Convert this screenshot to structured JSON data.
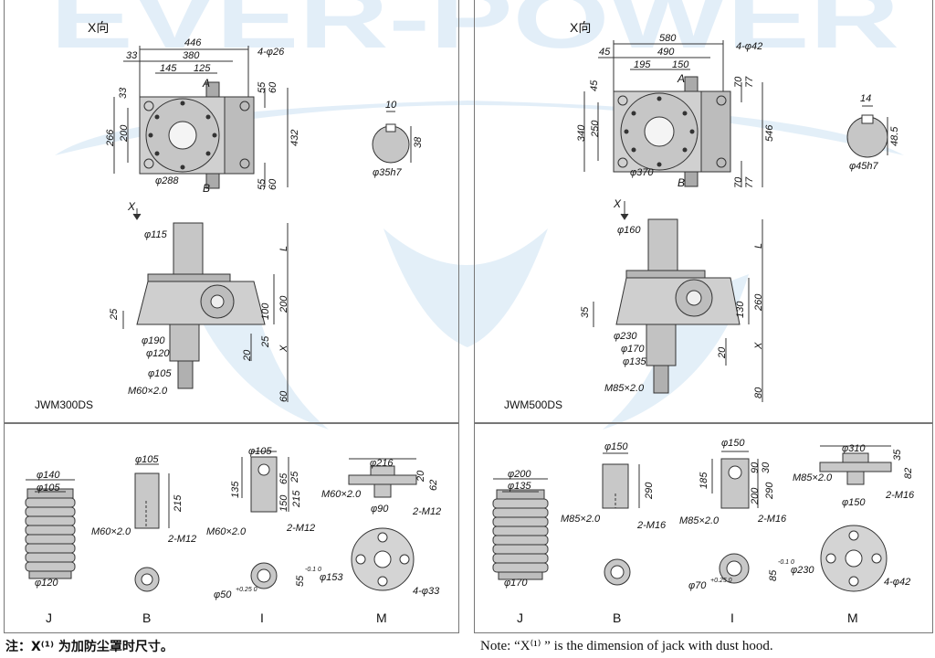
{
  "watermark": {
    "text": "EVER-POWER",
    "color": "#3b8bd0"
  },
  "colors": {
    "line": "#333333",
    "fill": "#c8c8c8",
    "dim": "#222222"
  },
  "left": {
    "model": "JWM300DS",
    "x_view_label": "X向",
    "top": {
      "overall": "446",
      "inner": "380",
      "edge": "33",
      "half": "145",
      "offset": "125",
      "holes": "4-φ26",
      "A": "A",
      "B": "B",
      "h_top": "33",
      "h_266": "266",
      "h_200": "200",
      "h_432": "432",
      "d55a": "55",
      "d60a": "60",
      "d55b": "55",
      "d60b": "60",
      "pcd": "φ288"
    },
    "key": {
      "w": "10",
      "h": "38",
      "d": "φ35h7"
    },
    "side": {
      "X": "X",
      "d115": "φ115",
      "L": "L",
      "h200": "200",
      "h25": "25",
      "h100": "100",
      "d190": "φ190",
      "d120": "φ120",
      "X2": "X",
      "h25b": "25",
      "h20": "20",
      "d105": "φ105",
      "thread": "M60×2.0",
      "h60": "60"
    },
    "acc": {
      "J": {
        "label": "J",
        "d140": "φ140",
        "d105": "φ105",
        "d120": "φ120"
      },
      "B": {
        "label": "B",
        "d105": "φ105",
        "h215": "215",
        "thread": "M60×2.0",
        "m12": "2-M12"
      },
      "I": {
        "label": "I",
        "d105": "φ105",
        "h135": "135",
        "h65": "65",
        "h150": "150",
        "h215": "215",
        "w25": "25",
        "thread": "M60×2.0",
        "m12": "2-M12",
        "d50": "φ50",
        "tol": "+0.25 0",
        "h55": "55",
        "tol2": "-0.1 0"
      },
      "M": {
        "label": "M",
        "d216": "φ216",
        "h20": "20",
        "h62": "62",
        "thread": "M60×2.0",
        "d90": "φ90",
        "m12": "2-M12",
        "d153": "φ153",
        "holes": "4-φ33"
      }
    }
  },
  "right": {
    "model": "JWM500DS",
    "x_view_label": "X向",
    "top": {
      "overall": "580",
      "inner": "490",
      "edge": "45",
      "half": "195",
      "offset": "150",
      "holes": "4-φ42",
      "A": "A",
      "B": "B",
      "h_top": "45",
      "h_340": "340",
      "h_250": "250",
      "h_546": "546",
      "d70a": "70",
      "d77a": "77",
      "d70b": "70",
      "d77b": "77",
      "pcd": "φ370"
    },
    "key": {
      "w": "14",
      "h": "48.5",
      "d": "φ45h7"
    },
    "side": {
      "X": "X",
      "d160": "φ160",
      "L": "L",
      "h260": "260",
      "h35": "35",
      "h130": "130",
      "d230": "φ230",
      "d170": "φ170",
      "d135": "φ135",
      "X2": "X",
      "h20": "20",
      "thread": "M85×2.0",
      "h80": "80"
    },
    "acc": {
      "J": {
        "label": "J",
        "d200": "φ200",
        "d135": "φ135",
        "d170": "φ170"
      },
      "B": {
        "label": "B",
        "d150": "φ150",
        "h290": "290",
        "thread": "M85×2.0",
        "m16": "2-M16"
      },
      "I": {
        "label": "I",
        "d150": "φ150",
        "h185": "185",
        "h90": "90",
        "h200": "200",
        "h290": "290",
        "w30": "30",
        "thread": "M85×2.0",
        "m16": "2-M16",
        "d70": "φ70",
        "tol": "+0.25 0",
        "h85": "85",
        "tol2": "-0.1 0"
      },
      "M": {
        "label": "M",
        "d310": "φ310",
        "h35": "35",
        "h82": "82",
        "thread": "M85×2.0",
        "d150": "φ150",
        "m16": "2-M16",
        "d230": "φ230",
        "holes": "4-φ42"
      }
    }
  },
  "notes": {
    "cn": "注：X⁽¹⁾ 为加防尘罩时尺寸。",
    "en": "Note: “X⁽¹⁾ ” is the dimension of jack with dust hood."
  }
}
